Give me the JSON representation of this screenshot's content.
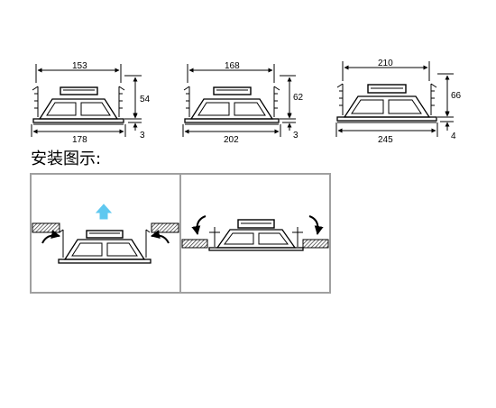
{
  "heading": "安装图示:",
  "models": [
    {
      "top_width": "153",
      "bottom_width": "178",
      "height": "54",
      "flange": "3"
    },
    {
      "top_width": "168",
      "bottom_width": "202",
      "height": "62",
      "flange": "3"
    },
    {
      "top_width": "210",
      "bottom_width": "245",
      "height": "66",
      "flange": "4"
    }
  ],
  "colors": {
    "line": "#000000",
    "panel_border": "#a0a0a0",
    "up_arrow": "#5fc8f0",
    "hatch": "#333333"
  }
}
